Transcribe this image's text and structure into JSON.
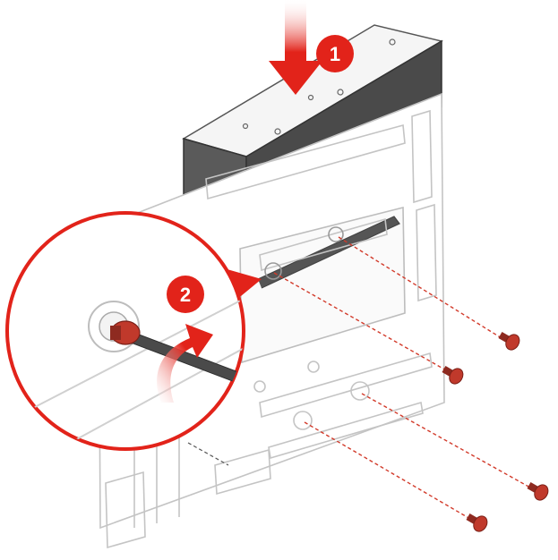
{
  "steps": [
    {
      "number": "1",
      "action": "push-down-arrow"
    },
    {
      "number": "2",
      "action": "rotate-screwdriver-arrow"
    }
  ],
  "colors": {
    "accent": "#e2231a",
    "screw": "#c0392b",
    "drive_body": "#4a4a4a",
    "drive_top": "#f4f4f4",
    "line": "#555555",
    "bracket": "#bdbdbd"
  },
  "icons": [
    "drive-icon",
    "bracket-icon",
    "screw-icon",
    "screwdriver-icon",
    "arrow-down-icon",
    "rotate-arrow-icon"
  ]
}
